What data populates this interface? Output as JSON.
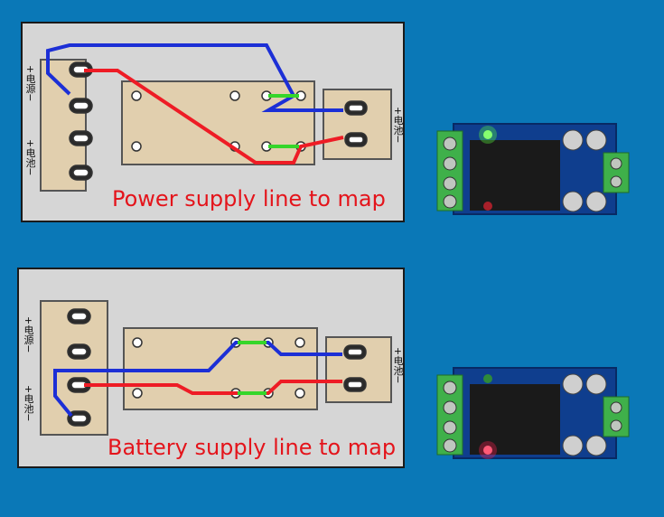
{
  "colors": {
    "background": "#0a78b7",
    "panel": "#d6d6d6",
    "block": "#e1cfae",
    "wire_blue": "#1c2fd6",
    "wire_red": "#ee1c25",
    "wire_green": "#35d62a",
    "caption": "#e4141b"
  },
  "panels": [
    {
      "caption": "Power supply line to map",
      "labels": {
        "left_top": "+电源−",
        "left_bottom": "+电池−",
        "right": "+电池−"
      }
    },
    {
      "caption": "Battery supply line to map",
      "labels": {
        "left_top": "+电源−",
        "left_bottom": "+电池−",
        "right": "+电池−"
      }
    }
  ],
  "boards": [
    {
      "active_led": "green"
    },
    {
      "active_led": "red"
    }
  ]
}
